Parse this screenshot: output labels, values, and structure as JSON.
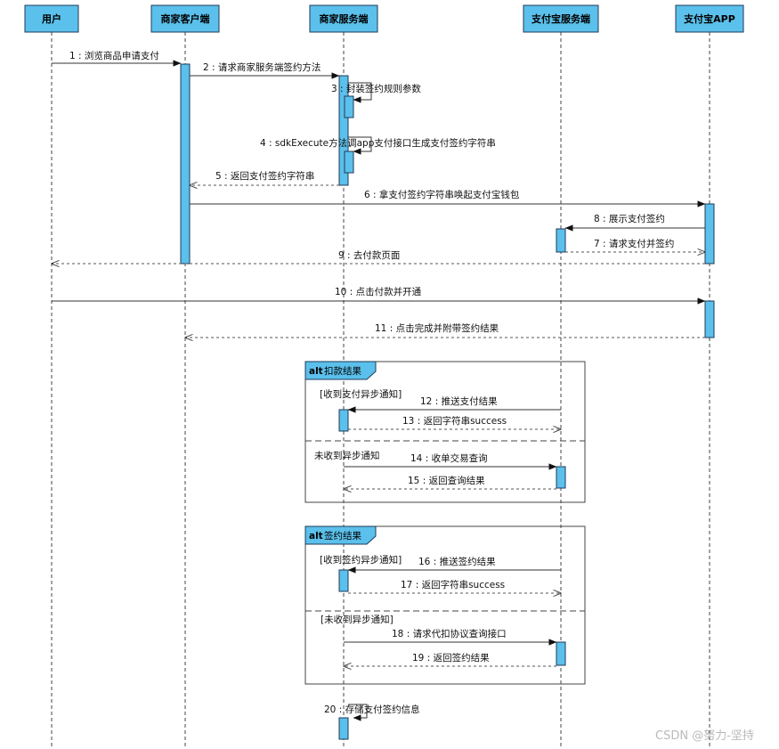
{
  "actors": [
    "用户",
    "商家客户端",
    "商家服务端",
    "支付宝服务端",
    "支付宝APP"
  ],
  "messages": [
    "1 : 浏览商品申请支付",
    "2 : 请求商家服务端签约方法",
    "3 : 封装签约规则参数",
    "4 : sdkExecute方法调app支付接口生成支付签约字符串",
    "5 : 返回支付签约字符串",
    "6 : 拿支付签约字符串唤起支付宝钱包",
    "8 : 展示支付签约",
    "7 : 请求支付并签约",
    "9 : 去付款页面",
    "10 : 点击付款并开通",
    "11 : 点击完成并附带签约结果",
    "12 : 推送支付结果",
    "13 : 返回字符串success",
    "14 : 收单交易查询",
    "15 : 返回查询结果",
    "16 : 推送签约结果",
    "17 : 返回字符串success",
    "18 : 请求代扣协议查询接口",
    "19 : 返回签约结果",
    "20 : 存储支付签约信息"
  ],
  "frames": [
    {
      "keyword": "alt",
      "title": "扣款结果",
      "guards": [
        "[收到支付异步通知]",
        "未收到异步通知"
      ]
    },
    {
      "keyword": "alt",
      "title": "签约结果",
      "guards": [
        "[收到签约异步通知]",
        "[未收到异步通知]"
      ]
    }
  ],
  "watermark": "CSDN @努力-坚持"
}
